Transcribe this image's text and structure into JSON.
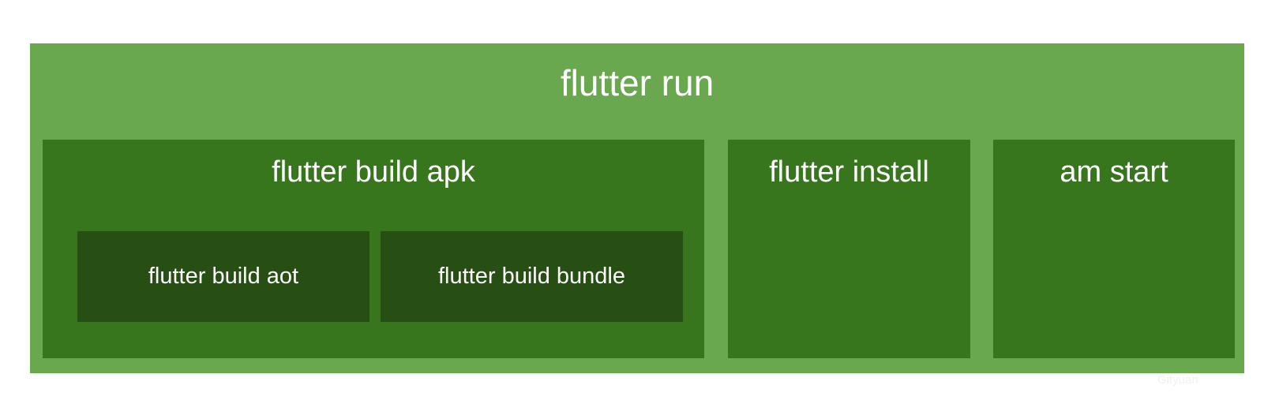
{
  "diagram": {
    "outer": {
      "label": "flutter run"
    },
    "build_apk": {
      "label": "flutter build apk",
      "children": [
        {
          "label": "flutter build aot"
        },
        {
          "label": "flutter build bundle"
        }
      ]
    },
    "install": {
      "label": "flutter install"
    },
    "am_start": {
      "label": "am start"
    },
    "watermark": "Gityuan"
  },
  "colors": {
    "outer": "#6aa84f",
    "mid": "#38761d",
    "inner": "#274e13",
    "text": "#ffffff"
  }
}
